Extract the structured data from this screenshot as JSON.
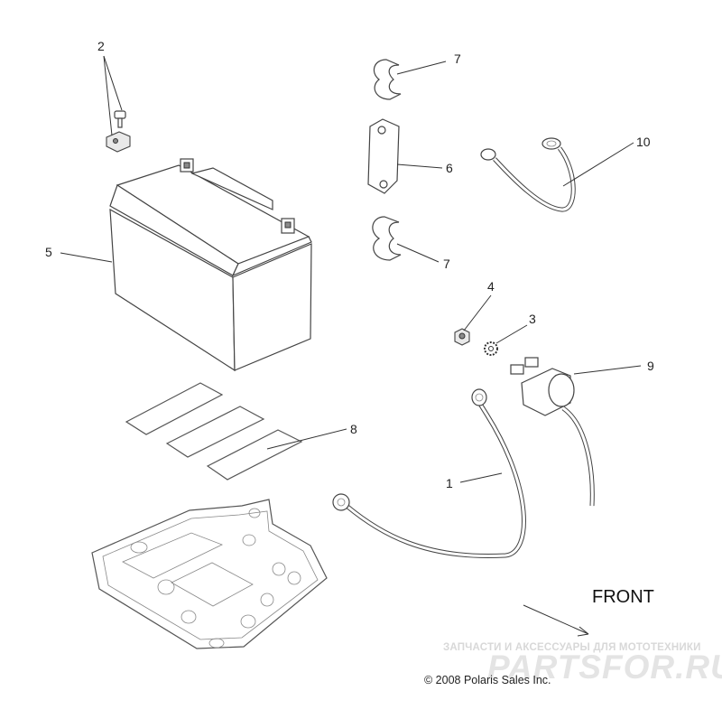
{
  "callouts": [
    {
      "id": "c1",
      "label": "1"
    },
    {
      "id": "c2",
      "label": "2"
    },
    {
      "id": "c3",
      "label": "3"
    },
    {
      "id": "c4",
      "label": "4"
    },
    {
      "id": "c5",
      "label": "5"
    },
    {
      "id": "c6",
      "label": "6"
    },
    {
      "id": "c7a",
      "label": "7"
    },
    {
      "id": "c7b",
      "label": "7"
    },
    {
      "id": "c8",
      "label": "8"
    },
    {
      "id": "c9",
      "label": "9"
    },
    {
      "id": "c10",
      "label": "10"
    }
  ],
  "orientation_label": "FRONT",
  "copyright": "© 2008 Polaris Sales Inc.",
  "watermark": {
    "tagline": "ЗАПЧАСТИ И АКСЕССУАРЫ ДЛЯ МОТОТЕХНИКИ",
    "logo": "PARTSFOR.RU"
  }
}
